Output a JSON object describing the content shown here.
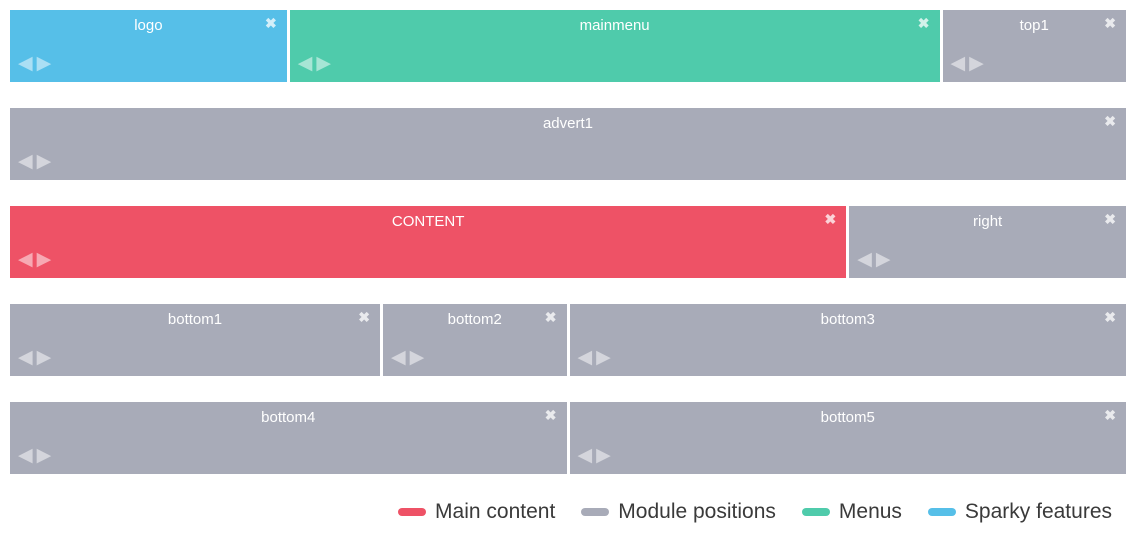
{
  "colors": {
    "main_content": "#ee5266",
    "module_positions": "#a8abb8",
    "menus": "#4fcbab",
    "sparky_features": "#56bfe8",
    "block_label_text": "#ffffff",
    "legend_text": "#3a3a3a",
    "page_background": "#ffffff"
  },
  "block_controls": {
    "close_icon": "✖",
    "move_left_icon": "◀",
    "move_right_icon": "▶"
  },
  "layout": {
    "rows": [
      {
        "blocks": [
          {
            "label": "logo",
            "type": "sparky_features",
            "span": 3
          },
          {
            "label": "mainmenu",
            "type": "menus",
            "span": 7
          },
          {
            "label": "top1",
            "type": "module_positions",
            "span": 2
          }
        ]
      },
      {
        "blocks": [
          {
            "label": "advert1",
            "type": "module_positions",
            "span": 12
          }
        ]
      },
      {
        "blocks": [
          {
            "label": "CONTENT",
            "type": "main_content",
            "span": 9
          },
          {
            "label": "right",
            "type": "module_positions",
            "span": 3
          }
        ]
      },
      {
        "blocks": [
          {
            "label": "bottom1",
            "type": "module_positions",
            "span": 4
          },
          {
            "label": "bottom2",
            "type": "module_positions",
            "span": 2
          },
          {
            "label": "bottom3",
            "type": "module_positions",
            "span": 6
          }
        ]
      },
      {
        "blocks": [
          {
            "label": "bottom4",
            "type": "module_positions",
            "span": 6
          },
          {
            "label": "bottom5",
            "type": "module_positions",
            "span": 6
          }
        ]
      }
    ]
  },
  "legend": {
    "items": [
      {
        "label": "Main content",
        "color": "#ee5266"
      },
      {
        "label": "Module positions",
        "color": "#a8abb8"
      },
      {
        "label": "Menus",
        "color": "#4fcbab"
      },
      {
        "label": "Sparky features",
        "color": "#56bfe8"
      }
    ]
  }
}
